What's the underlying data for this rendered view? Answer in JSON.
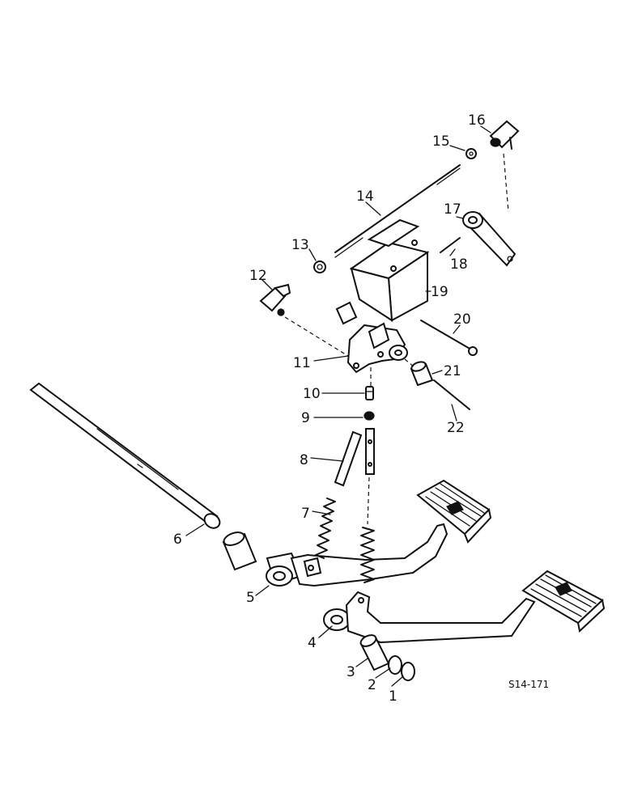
{
  "diagram": {
    "reference_code": "S14-171",
    "callouts": [
      {
        "part": "1",
        "label": "1"
      },
      {
        "part": "2",
        "label": "2"
      },
      {
        "part": "3",
        "label": "3"
      },
      {
        "part": "4",
        "label": "4"
      },
      {
        "part": "5",
        "label": "5"
      },
      {
        "part": "6",
        "label": "6"
      },
      {
        "part": "7",
        "label": "7"
      },
      {
        "part": "8",
        "label": "8"
      },
      {
        "part": "9",
        "label": "9"
      },
      {
        "part": "10",
        "label": "10"
      },
      {
        "part": "11",
        "label": "11"
      },
      {
        "part": "12",
        "label": "12"
      },
      {
        "part": "13",
        "label": "13"
      },
      {
        "part": "14",
        "label": "14"
      },
      {
        "part": "15",
        "label": "15"
      },
      {
        "part": "16",
        "label": "16"
      },
      {
        "part": "17",
        "label": "17"
      },
      {
        "part": "18",
        "label": "18"
      },
      {
        "part": "19",
        "label": "19"
      },
      {
        "part": "20",
        "label": "20"
      },
      {
        "part": "21",
        "label": "21"
      },
      {
        "part": "22",
        "label": "22"
      }
    ]
  }
}
